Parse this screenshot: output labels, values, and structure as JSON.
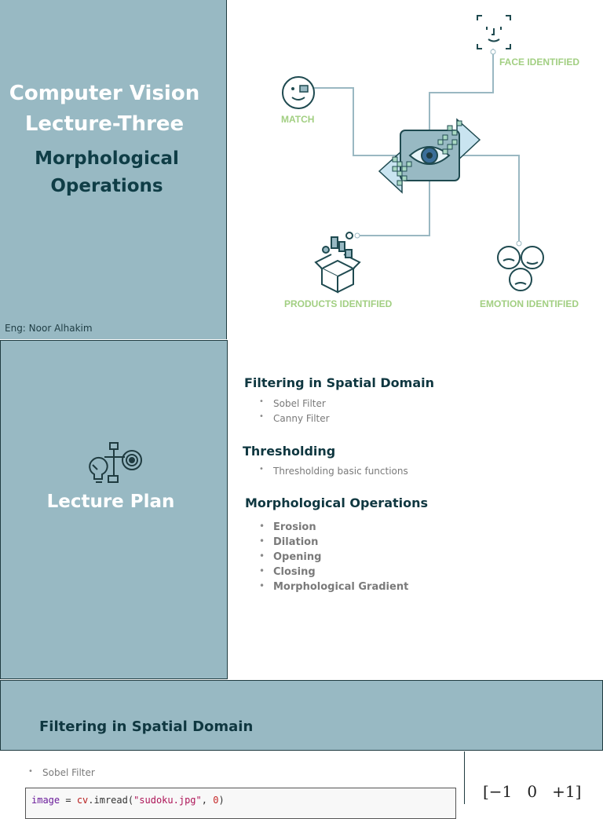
{
  "slide1": {
    "title_line1": "Computer Vision",
    "title_line2": "Lecture-Three",
    "subtitle_line1": "Morphological",
    "subtitle_line2": "Operations",
    "author": "Eng: Noor Alhakim",
    "diagram": {
      "face": "FACE IDENTIFIED",
      "match": "MATCH",
      "products": "PRODUCTS IDENTIFIED",
      "emotion": "EMOTION IDENTIFIED"
    },
    "colors": {
      "panel": "#98b9c3",
      "label_green": "#a2cf82",
      "dark_teal": "#0f3d46"
    }
  },
  "slide2": {
    "plan_title": "Lecture Plan",
    "sections": [
      {
        "heading": "Filtering in Spatial Domain",
        "items": [
          "Sobel Filter",
          "Canny Filter"
        ]
      },
      {
        "heading": "Thresholding",
        "items": [
          "Thresholding basic functions"
        ]
      },
      {
        "heading": "Morphological Operations",
        "items": [
          "Erosion",
          "Dilation",
          "Opening",
          "Closing",
          "Morphological Gradient"
        ]
      }
    ]
  },
  "slide3": {
    "title": "Filtering in Spatial Domain",
    "bullet": "Sobel Filter",
    "code": {
      "var": "image",
      "eq": " = ",
      "mod": "cv",
      "func": ".imread(",
      "str": "\"sudoku.jpg\"",
      "comma": ", ",
      "num": "0",
      "close": ")"
    },
    "matrix_row": "[−1   0   +1]"
  }
}
